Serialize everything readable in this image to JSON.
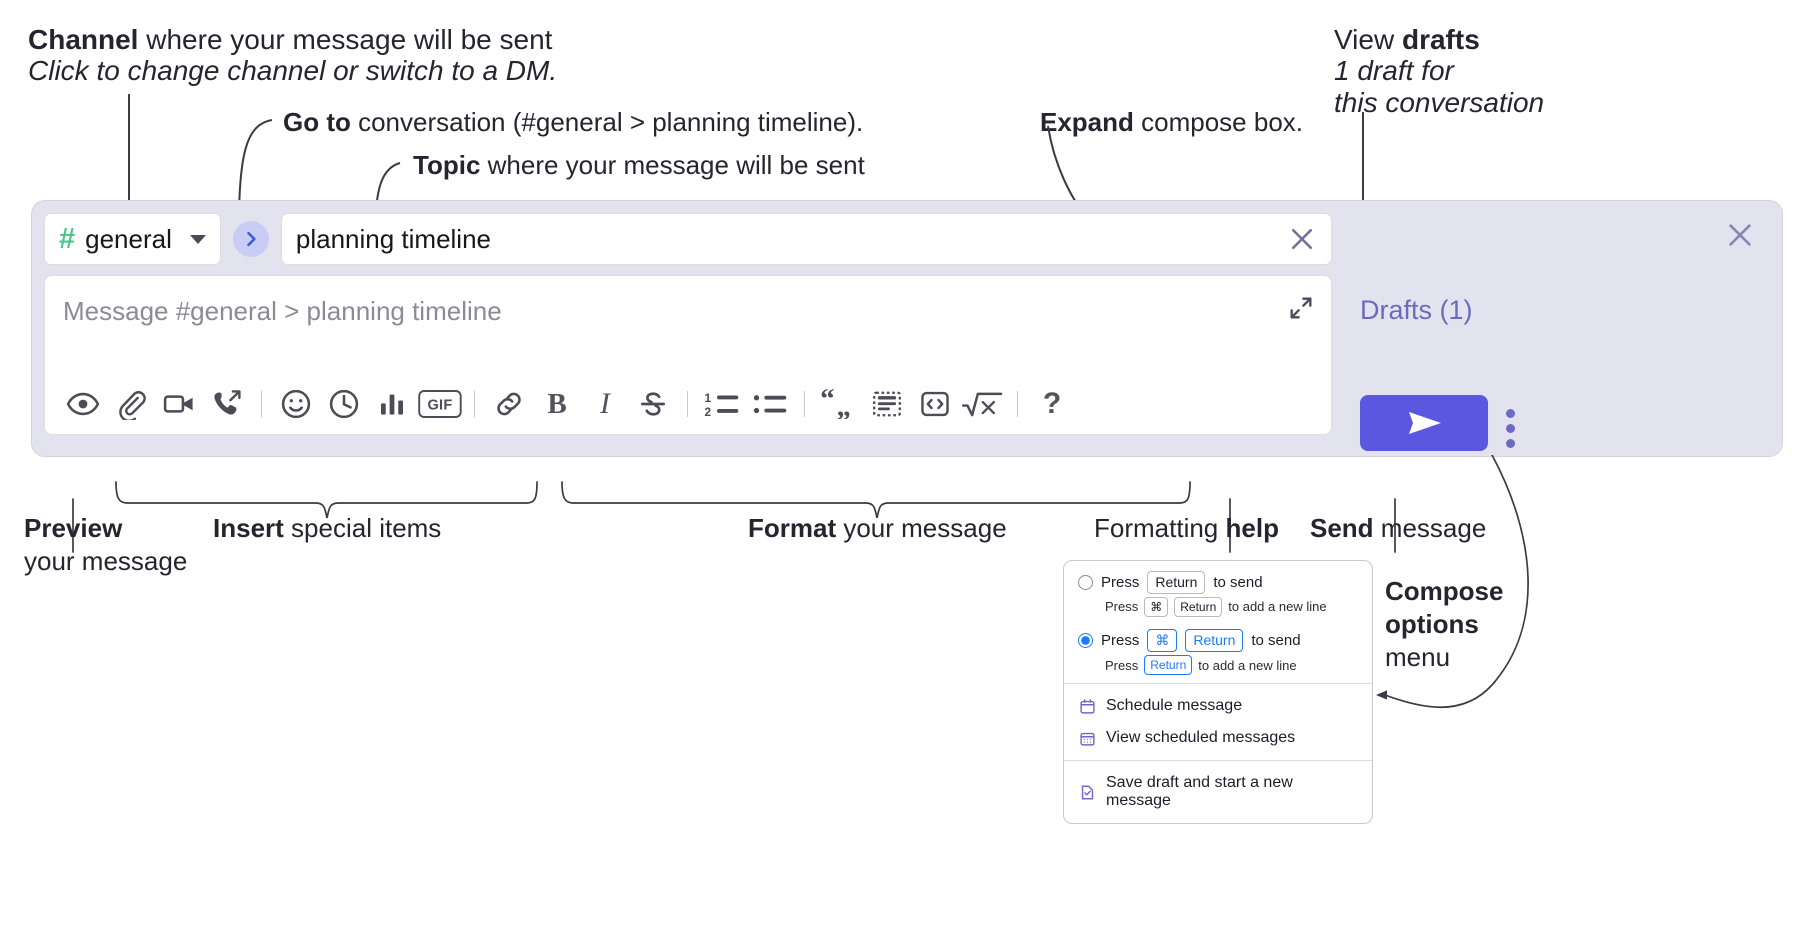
{
  "annotations": {
    "channel": {
      "bold": "Channel",
      "rest": " where your message will be sent",
      "sub": "Click to change channel or switch to a DM."
    },
    "goto": {
      "bold": "Go to",
      "rest": " conversation (#general > planning timeline)."
    },
    "topic": {
      "bold": "Topic",
      "rest": " where your message will be sent"
    },
    "expand": {
      "bold": "Expand",
      "rest": " compose box."
    },
    "drafts": {
      "bold_lead": "View ",
      "bold": "drafts",
      "sub1": "1 draft for",
      "sub2": "this conversation"
    },
    "preview": {
      "bold": "Preview",
      "sub": "your message"
    },
    "insert": {
      "bold": "Insert",
      "rest": " special items"
    },
    "format": {
      "bold": "Format",
      "rest": " your message"
    },
    "help": {
      "lead": "Formatting ",
      "bold": "help"
    },
    "send": {
      "bold": "Send",
      "rest": " message"
    },
    "compose_options": {
      "l1": "Compose",
      "l2": "options",
      "l3": "menu"
    }
  },
  "compose": {
    "channel_name": "general",
    "channel_hash": "#",
    "topic_value": "planning timeline",
    "message_placeholder": "Message #general > planning timeline",
    "drafts_label": "Drafts (1)",
    "goto_icon": "chevron-right-icon",
    "clear_icon": "close-icon",
    "expand_icon": "expand-icon",
    "close_icon": "close-icon",
    "send_icon": "send-paperplane-icon",
    "more_icon": "kebab-menu-icon",
    "accent_send": "#5b57e0",
    "panel_bg": "#e3e3ef",
    "hash_color": "#4dc68c",
    "drafts_color": "#6b6bbd",
    "toolbar": [
      {
        "name": "preview-icon",
        "label": "Preview"
      },
      {
        "name": "attachment-icon",
        "label": "Attach file"
      },
      {
        "name": "video-camera-icon",
        "label": "Video clip"
      },
      {
        "name": "audio-clip-icon",
        "label": "Audio clip"
      },
      {
        "sep": true
      },
      {
        "name": "emoji-icon",
        "label": "Emoji"
      },
      {
        "name": "clock-icon",
        "label": "Reminder"
      },
      {
        "name": "poll-bars-icon",
        "label": "Poll"
      },
      {
        "name": "gif-icon",
        "label": "GIF"
      },
      {
        "sep": true
      },
      {
        "name": "link-icon",
        "label": "Link"
      },
      {
        "name": "bold-icon",
        "label": "B"
      },
      {
        "name": "italic-icon",
        "label": "I"
      },
      {
        "name": "strikethrough-icon",
        "label": "Strikethrough"
      },
      {
        "sep": true
      },
      {
        "name": "ordered-list-icon",
        "label": "Ordered list"
      },
      {
        "name": "bulleted-list-icon",
        "label": "Bulleted list"
      },
      {
        "sep": true
      },
      {
        "name": "blockquote-icon",
        "label": "Blockquote"
      },
      {
        "name": "code-block-icon",
        "label": "Code block"
      },
      {
        "name": "inline-code-icon",
        "label": "Code"
      },
      {
        "name": "math-icon",
        "label": "Math"
      },
      {
        "sep": true
      },
      {
        "name": "help-icon",
        "label": "?"
      }
    ]
  },
  "options_menu": {
    "option1": {
      "pre": "Press",
      "key": "Return",
      "post": "to send",
      "sub_pre": "Press",
      "sub_key1": "⌘",
      "sub_key2": "Return",
      "sub_post": "to add a new line",
      "selected": false
    },
    "option2": {
      "pre": "Press",
      "key1": "⌘",
      "key2": "Return",
      "post": "to send",
      "sub_pre": "Press",
      "sub_key": "Return",
      "sub_post": "to add a new line",
      "selected": true
    },
    "items": [
      {
        "icon": "calendar-icon",
        "label": "Schedule message"
      },
      {
        "icon": "calendar-grid-icon",
        "label": "View scheduled messages"
      },
      {
        "icon": "document-check-icon",
        "label": "Save draft and start a new message"
      }
    ]
  }
}
